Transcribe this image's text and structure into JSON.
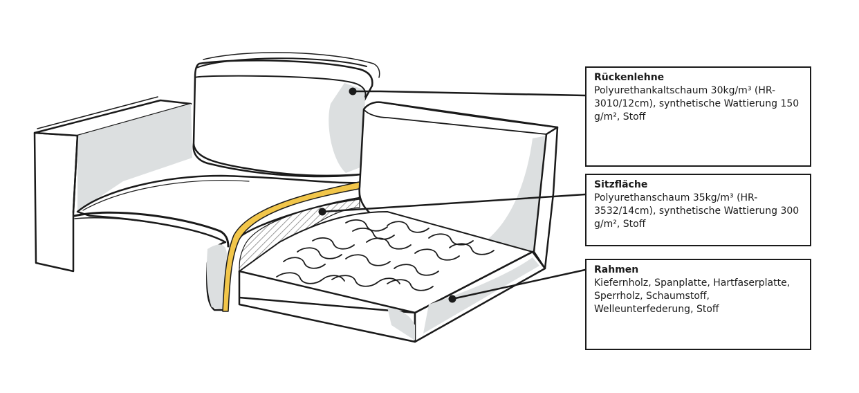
{
  "labels": {
    "backrest": {
      "title": "Rückenlehne",
      "text": "Polyurethankaltschaum 30kg/m³ (HR-3010/12cm), synthetische Wattierung 150 g/m², Stoff"
    },
    "seat": {
      "title": "Sitzfläche",
      "text": "Polyurethanschaum 35kg/m³ (HR-3532/14cm), synthetische Wattierung 300 g/m², Stoff"
    },
    "frame": {
      "title": "Rahmen",
      "text": "Kiefernholz, Spanplatte, Hartfaserplatte, Sperrholz, Schaumstoff, Welleunterfederung, Stoff"
    }
  },
  "colors": {
    "outline": "#1a1a1a",
    "shade": "#dcdfe0",
    "foam_layer": "#f2c64a",
    "fill": "#ffffff"
  }
}
